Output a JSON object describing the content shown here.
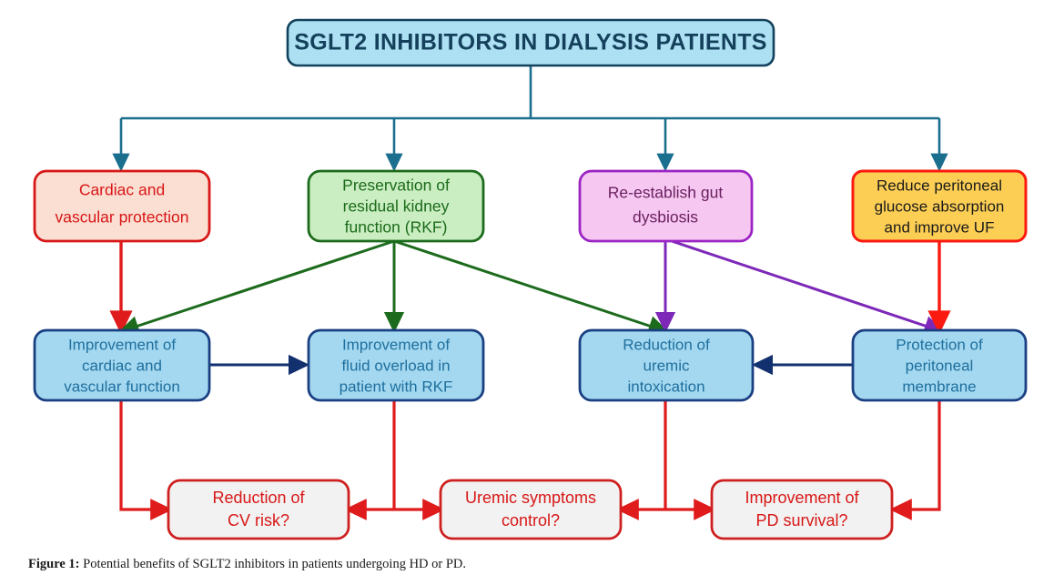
{
  "figure": {
    "caption_label": "Figure 1:",
    "caption_text": " Potential benefits of SGLT2 inhibitors in patients undergoing HD or PD.",
    "background": "#ffffff"
  },
  "title_node": {
    "text": "SGLT2 INHIBITORS IN DIALYSIS PATIENTS",
    "fill": "#ace0f2",
    "stroke": "#12415c",
    "text_color": "#15405c"
  },
  "mechanisms": [
    {
      "id": "cardiac-vascular-protection",
      "lines": [
        "Cardiac and",
        "vascular protection"
      ],
      "fill": "#fbdfd3",
      "stroke": "#d81717",
      "text_color": "#d81717"
    },
    {
      "id": "preservation-rkf",
      "lines": [
        "Preservation of",
        "residual kidney",
        "function (RKF)"
      ],
      "fill": "#caeec1",
      "stroke": "#1c6b1c",
      "text_color": "#1c6b1c"
    },
    {
      "id": "gut-dysbiosis",
      "lines": [
        "Re-establish gut",
        "dysbiosis"
      ],
      "fill": "#f6c7f0",
      "stroke": "#9b25c4",
      "text_color": "#6b2060"
    },
    {
      "id": "reduce-peritoneal-glucose",
      "lines": [
        "Reduce peritoneal",
        "glucose absorption",
        "and improve UF"
      ],
      "fill": "#fcce54",
      "stroke": "#fb1a10",
      "text_color": "#1a1a1a"
    }
  ],
  "effects": [
    {
      "id": "improvement-cardiac-vascular-function",
      "lines": [
        "Improvement of",
        "cardiac and",
        "vascular function"
      ],
      "fill": "#a3d8f0",
      "stroke": "#1a3f82",
      "text_color": "#1f6f9e"
    },
    {
      "id": "improvement-fluid-overload",
      "lines": [
        "Improvement of",
        "fluid overload in",
        "patient with RKF"
      ],
      "fill": "#a3d8f0",
      "stroke": "#1a3f82",
      "text_color": "#1f6f9e"
    },
    {
      "id": "reduction-uremic-intoxication",
      "lines": [
        "Reduction of",
        "uremic",
        "intoxication"
      ],
      "fill": "#a3d8f0",
      "stroke": "#1a3f82",
      "text_color": "#1f6f9e"
    },
    {
      "id": "protection-peritoneal-membrane",
      "lines": [
        "Protection of",
        "peritoneal",
        "membrane"
      ],
      "fill": "#a3d8f0",
      "stroke": "#1a3f82",
      "text_color": "#1f6f9e"
    }
  ],
  "outcomes": [
    {
      "id": "reduction-cv-risk",
      "lines": [
        "Reduction of",
        "CV risk?"
      ],
      "fill": "#f2f2f2",
      "stroke": "#cf2020",
      "text_color": "#d81717"
    },
    {
      "id": "uremic-symptoms-control",
      "lines": [
        "Uremic symptoms",
        "control?"
      ],
      "fill": "#f2f2f2",
      "stroke": "#cf2020",
      "text_color": "#d81717"
    },
    {
      "id": "improvement-pd-survival",
      "lines": [
        "Improvement of",
        "PD survival?"
      ],
      "fill": "#f2f2f2",
      "stroke": "#cf2020",
      "text_color": "#d81717"
    }
  ],
  "connector_colors": {
    "distribution_bus": "#1a6e8e",
    "red": "#e01b1b",
    "green": "#1c6b1c",
    "purple": "#7d28b8",
    "navy": "#12306e",
    "bright_red": "#fb1a10"
  }
}
